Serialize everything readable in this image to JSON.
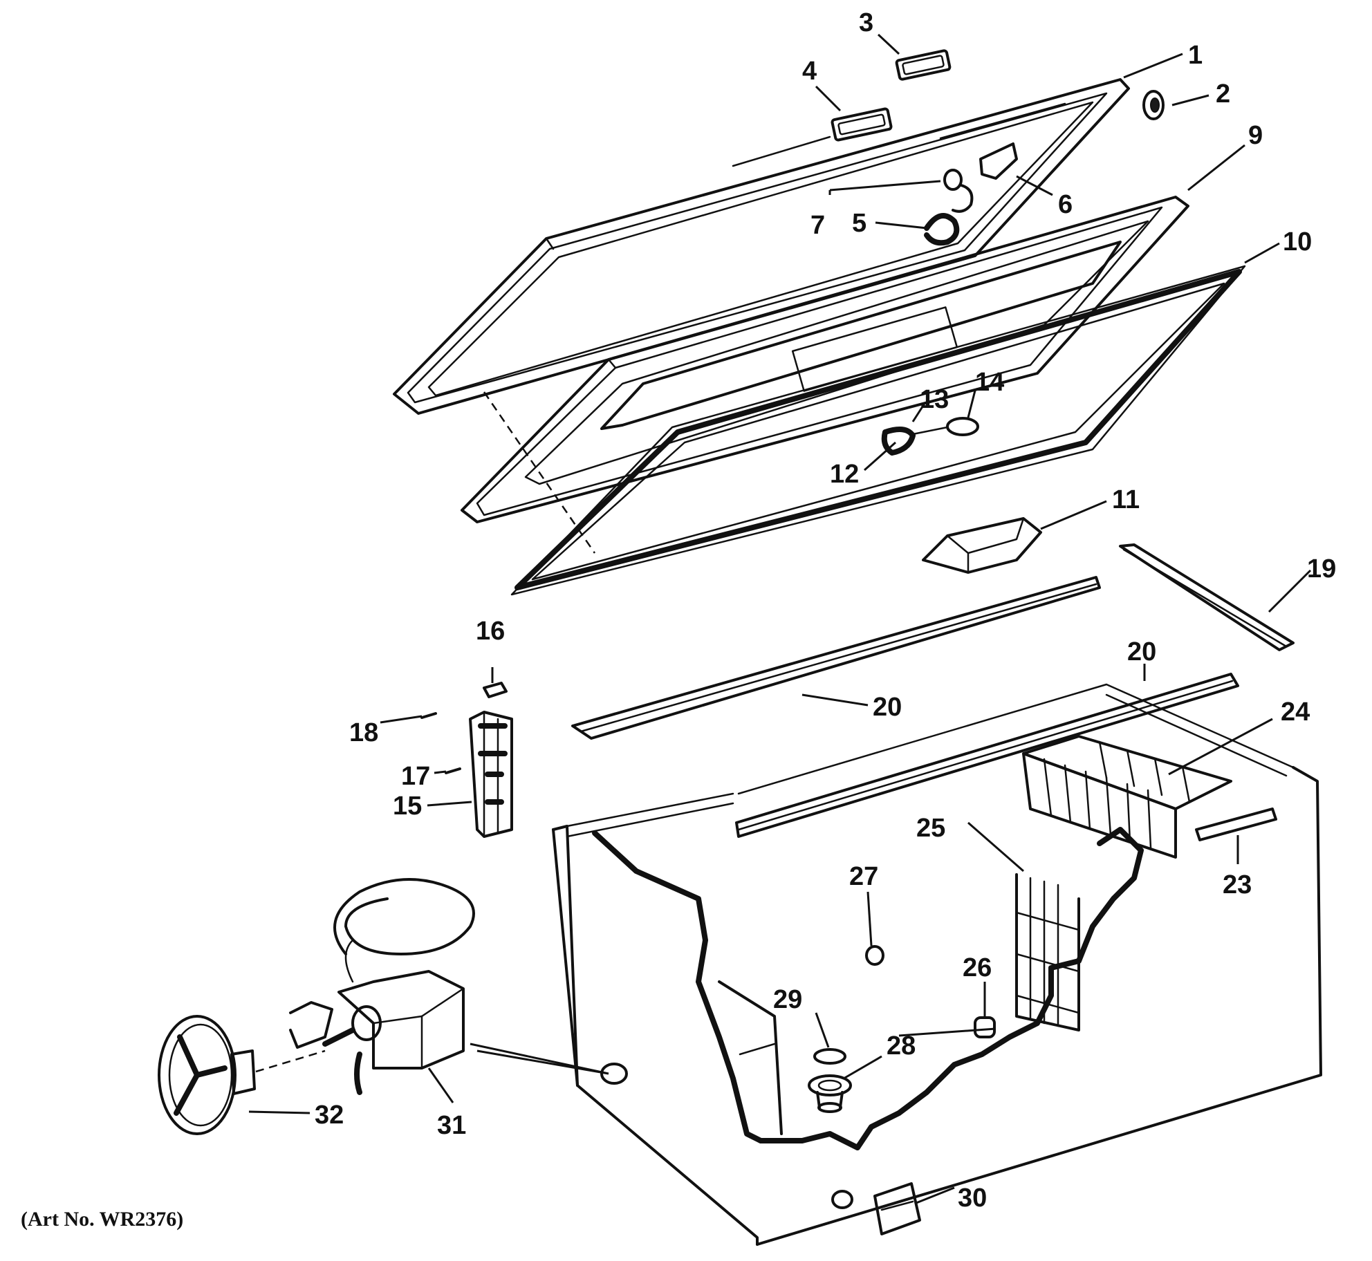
{
  "diagram": {
    "art_number": "(Art No. WR2376)",
    "callouts": [
      {
        "id": "1",
        "label": "1"
      },
      {
        "id": "2",
        "label": "2"
      },
      {
        "id": "3",
        "label": "3"
      },
      {
        "id": "4",
        "label": "4"
      },
      {
        "id": "5",
        "label": "5"
      },
      {
        "id": "6",
        "label": "6"
      },
      {
        "id": "7",
        "label": "7"
      },
      {
        "id": "9",
        "label": "9"
      },
      {
        "id": "10",
        "label": "10"
      },
      {
        "id": "11",
        "label": "11"
      },
      {
        "id": "12",
        "label": "12"
      },
      {
        "id": "13",
        "label": "13"
      },
      {
        "id": "14",
        "label": "14"
      },
      {
        "id": "15",
        "label": "15"
      },
      {
        "id": "16",
        "label": "16"
      },
      {
        "id": "17",
        "label": "17"
      },
      {
        "id": "18",
        "label": "18"
      },
      {
        "id": "19",
        "label": "19"
      },
      {
        "id": "20a",
        "label": "20"
      },
      {
        "id": "20b",
        "label": "20"
      },
      {
        "id": "23",
        "label": "23"
      },
      {
        "id": "24",
        "label": "24"
      },
      {
        "id": "25",
        "label": "25"
      },
      {
        "id": "26",
        "label": "26"
      },
      {
        "id": "27",
        "label": "27"
      },
      {
        "id": "28",
        "label": "28"
      },
      {
        "id": "29",
        "label": "29"
      },
      {
        "id": "30",
        "label": "30"
      },
      {
        "id": "31",
        "label": "31"
      },
      {
        "id": "32",
        "label": "32"
      }
    ]
  }
}
